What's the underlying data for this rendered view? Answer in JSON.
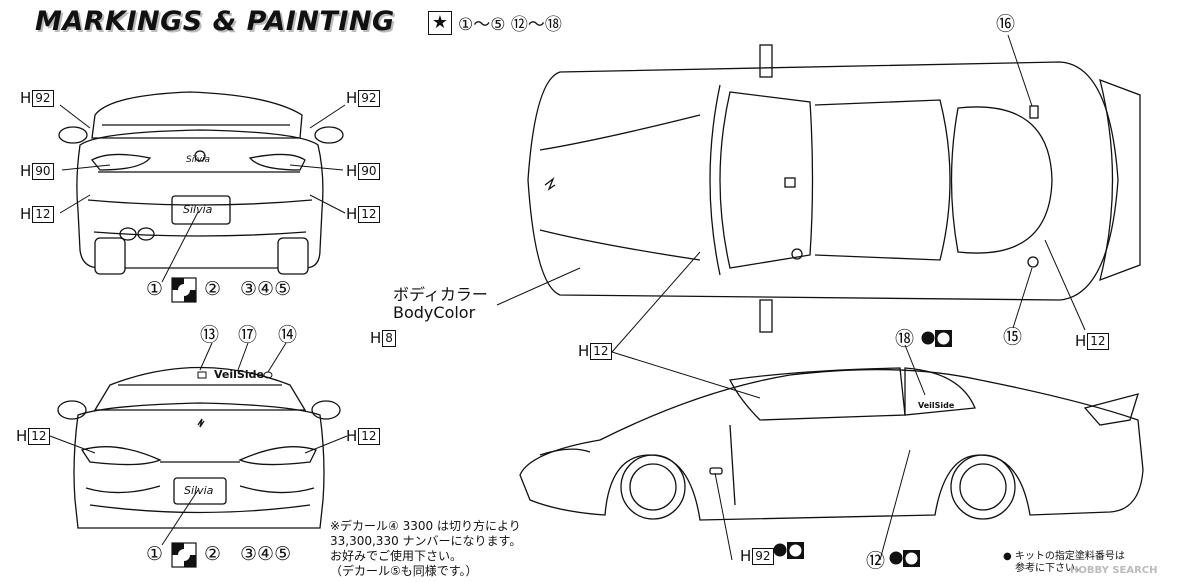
{
  "title": "MARKINGS & PAINTING",
  "decal_key": {
    "icon": "star-icon",
    "ranges": "①～⑤  ⑫～⑱"
  },
  "labels": {
    "h92": {
      "h": "H",
      "code": "92"
    },
    "h90": {
      "h": "H",
      "code": "90"
    },
    "h12": {
      "h": "H",
      "code": "12"
    },
    "h8": {
      "h": "H",
      "code": "8"
    }
  },
  "decal_numbers": {
    "n1": "①",
    "n2": "②",
    "n3": "③",
    "n4": "④",
    "n5": "⑤",
    "n12": "⑫",
    "n13": "⑬",
    "n14": "⑭",
    "n15": "⑮",
    "n16": "⑯",
    "n17": "⑰",
    "n18": "⑱",
    "n345": "③④⑤"
  },
  "body_color": {
    "jp": "ボディカラー",
    "en": "BodyColor"
  },
  "car_texts": {
    "veilside": "VeilSide",
    "plate": "Silvia",
    "badge": "Silvia"
  },
  "note_lines": [
    "※デカール④ 3300 は切り方により",
    "33,300,330 ナンバーになります。",
    "お好みでご使用下さい。",
    "（デカール⑤も同様です。）"
  ],
  "legend_lines": [
    "● キットの指定塗料番号は",
    "参考に下さい。"
  ],
  "watermark": "HOBBY SEARCH"
}
